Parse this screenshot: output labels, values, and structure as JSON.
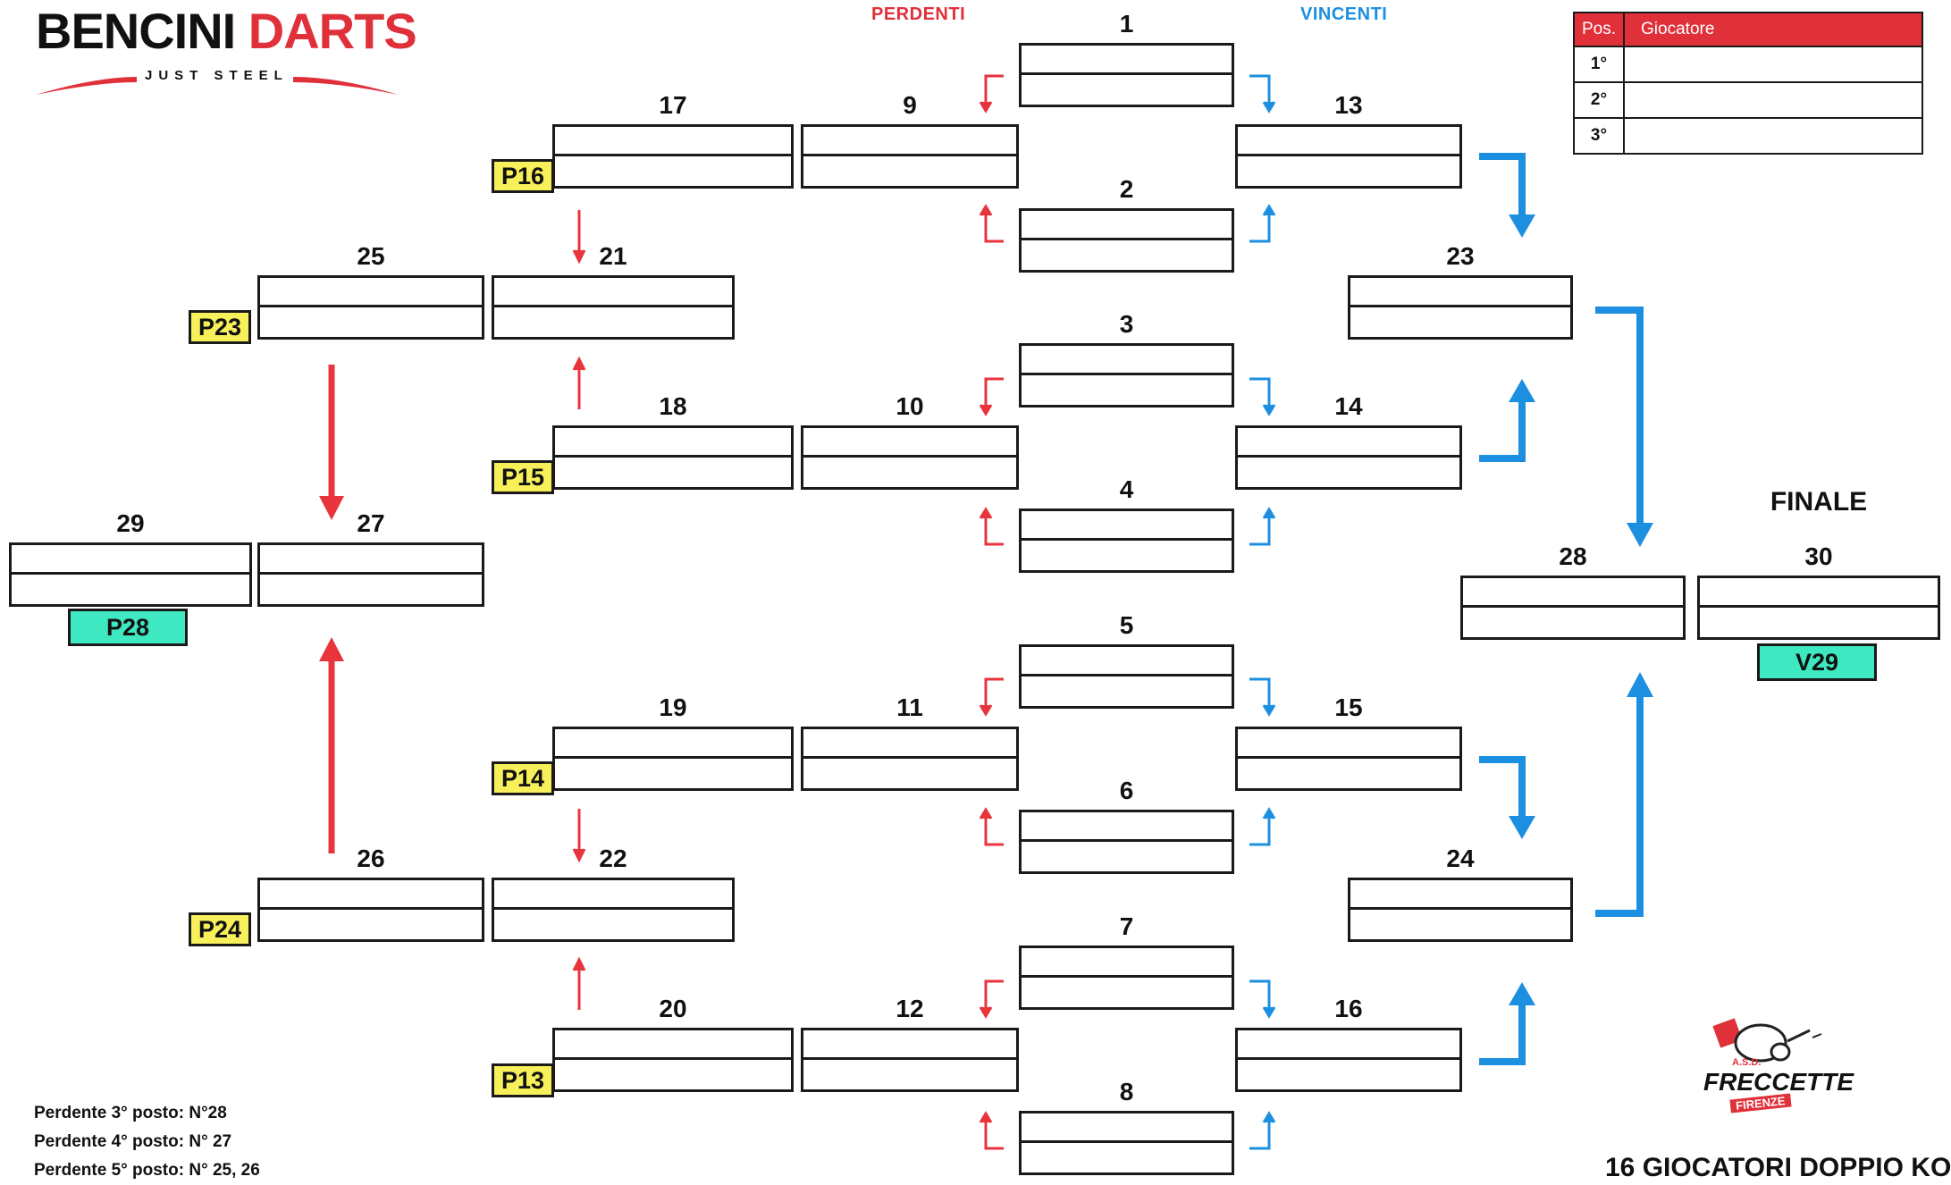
{
  "brand": {
    "word1": "BENCINI",
    "word2": "DARTS",
    "tagline": "JUST STEEL"
  },
  "headers": {
    "losers": "PERDENTI",
    "winners": "VINCENTI",
    "final": "FINALE"
  },
  "colors": {
    "losers": "#e8343c",
    "winners": "#1d8fe0",
    "loser_tag": "#f7f05a",
    "final_tag": "#3ee8c0",
    "header_red": "#e0303a"
  },
  "standings": {
    "col_pos": "Pos.",
    "col_player": "Giocatore",
    "rows": [
      {
        "pos": "1°",
        "player": ""
      },
      {
        "pos": "2°",
        "player": ""
      },
      {
        "pos": "3°",
        "player": ""
      }
    ]
  },
  "matches": [
    {
      "number": "1"
    },
    {
      "number": "2"
    },
    {
      "number": "3"
    },
    {
      "number": "4"
    },
    {
      "number": "5"
    },
    {
      "number": "6"
    },
    {
      "number": "7"
    },
    {
      "number": "8"
    },
    {
      "number": "9"
    },
    {
      "number": "10"
    },
    {
      "number": "11"
    },
    {
      "number": "12"
    },
    {
      "number": "13"
    },
    {
      "number": "14"
    },
    {
      "number": "15"
    },
    {
      "number": "16"
    },
    {
      "number": "17"
    },
    {
      "number": "18"
    },
    {
      "number": "19"
    },
    {
      "number": "20"
    },
    {
      "number": "21"
    },
    {
      "number": "22"
    },
    {
      "number": "23"
    },
    {
      "number": "24"
    },
    {
      "number": "25"
    },
    {
      "number": "26"
    },
    {
      "number": "27"
    },
    {
      "number": "28"
    },
    {
      "number": "29"
    },
    {
      "number": "30"
    }
  ],
  "tags": {
    "p16": "P16",
    "p15": "P15",
    "p14": "P14",
    "p13": "P13",
    "p23": "P23",
    "p24": "P24",
    "p28": "P28",
    "v29": "V29"
  },
  "notes": [
    "Perdente 3° posto: N°28",
    "Perdente 4° posto: N° 27",
    "Perdente 5° posto: N° 25, 26"
  ],
  "logo": {
    "line1": "A.S.D.",
    "line2": "FRECCETTE",
    "line3": "FIRENZE"
  },
  "footer": "16 GIOCATORI DOPPIO KO"
}
